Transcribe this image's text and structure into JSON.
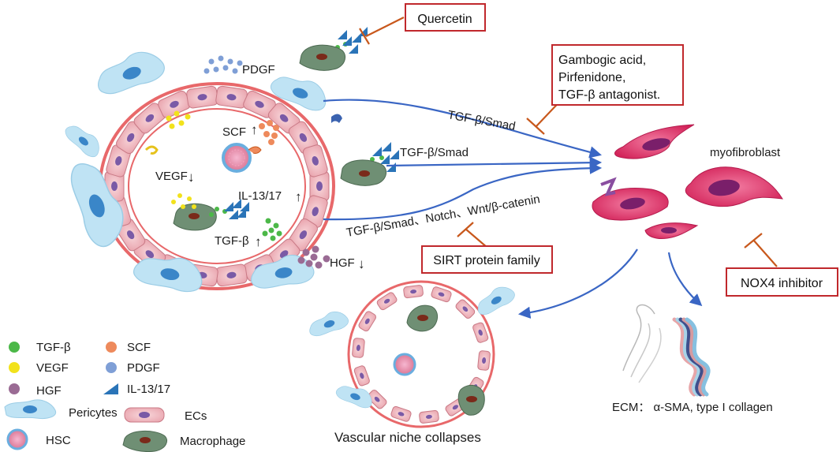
{
  "colors": {
    "tgfb": "#4cb848",
    "vegf": "#f2e21c",
    "hgf": "#9a6b94",
    "scf": "#ee8a5c",
    "pdgf": "#7f9fd6",
    "il1317": "#2a74b8",
    "pathway_arrow": "#3a66c4",
    "inhibitor": "#c8581c",
    "box_border": "#c0282c",
    "vessel_ring": "#e8686a",
    "ec_fill": "#f2c2c8",
    "myofibroblast": "#e0366e",
    "macrophage": "#6f8f74",
    "pericyte": "#bfe3f4"
  },
  "labels": {
    "pdgf": "PDGF",
    "scf": "SCF",
    "up_arrow": "↑",
    "down_arrow": "↓",
    "vegf": "VEGF",
    "il1317": "IL-13/17",
    "tgfb": "TGF-β",
    "hgf": "HGF",
    "myofibroblast": "myofibroblast",
    "ecm": "ECM：  α-SMA, type I collagen",
    "vascular_collapse": "Vascular niche collapses"
  },
  "pathways": {
    "p1": "TGF-β/Smad",
    "p2": "TGF-β/Smad",
    "p3": "TGF-β/Smad、Notch、Wnt/β-catenin"
  },
  "inhibitors": {
    "quercetin": "Quercetin",
    "gambogic_line1": "Gambogic acid,",
    "gambogic_line2": "Pirfenidone,",
    "gambogic_line3": "TGF-β antagonist.",
    "sirt": "SIRT protein family",
    "nox4": "NOX4 inhibitor"
  },
  "legend": {
    "tgfb": "TGF-β",
    "vegf": "VEGF",
    "hgf": "HGF",
    "scf": "SCF",
    "pdgf": "PDGF",
    "il1317": "IL-13/17",
    "pericytes": "Pericytes",
    "hsc": "HSC",
    "ecs": "ECs",
    "macrophage": "Macrophage"
  }
}
